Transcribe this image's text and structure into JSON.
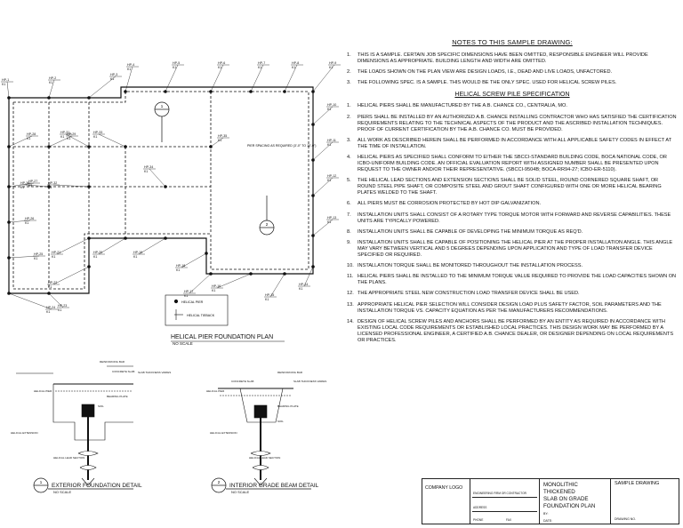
{
  "notes": {
    "heading": "NOTES TO THIS SAMPLE DRAWING:",
    "items": [
      {
        "num": "1.",
        "text": "THIS IS A SAMPLE. CERTAIN JOB SPECIFIC DIMENSIONS HAVE BEEN OMITTED, RESPONSIBLE ENGINEER WILL PROVIDE DIMENSIONS AS APPROPRIATE. BUILDING LENGTH AND WIDTH ARE OMITTED."
      },
      {
        "num": "2.",
        "text": "THE LOADS SHOWN ON THE PLAN VIEW ARE DESIGN LOADS, I.E., DEAD AND LIVE LOADS, UNFACTORED."
      },
      {
        "num": "3.",
        "text": "THE FOLLOWING SPEC. IS A SAMPLE. THIS WOULD BE THE ONLY SPEC. USED FOR HELICAL SCREW PILES."
      }
    ]
  },
  "spec": {
    "heading": "HELICAL SCREW PILE SPECIFICATION",
    "items": [
      {
        "num": "1.",
        "text": "HELICAL PIERS SHALL BE MANUFACTURED BY THE A.B. CHANCE CO., CENTRALIA, MO."
      },
      {
        "num": "2.",
        "text": "PIERS SHALL BE INSTALLED BY AN AUTHORIZED A.B. CHANCE INSTALLING CONTRACTOR WHO HAS SATISFIED THE CERTIFICATION REQUIREMENTS RELATING TO THE TECHNICAL ASPECTS OF THE PRODUCT AND THE ASCRIBED INSTALLATION TECHNIQUES. PROOF OF CURRENT CERTIFICATION BY THE A.B. CHANCE CO. MUST BE PROVIDED."
      },
      {
        "num": "3.",
        "text": "ALL WORK AS DESCRIBED HEREIN SHALL BE PERFORMED IN ACCORDANCE WITH ALL APPLICABLE SAFETY CODES IN EFFECT AT THE TIME OF INSTALLATION."
      },
      {
        "num": "4.",
        "text": "HELICAL PIERS AS SPECIFIED SHALL CONFORM TO EITHER THE SBCCI-STANDARD BUILDING CODE, BOCA NATIONAL CODE, OR ICBO-UNIFORM BUILDING CODE. AN OFFICIAL EVALUATION REPORT WITH ASSIGNED NUMBER SHALL BE PRESENTED UPON REQUEST TO THE OWNER AND/OR THEIR REPRESENTATIVE. (SBCCI-9504B; BOCA-RR94-27; ICBO-ER-5110)."
      },
      {
        "num": "5.",
        "text": "THE HELICAL LEAD SECTIONS AND EXTENSION SECTIONS SHALL BE SOLID STEEL, ROUND CORNERED SQUARE SHAFT, OR ROUND STEEL PIPE SHAFT, OR COMPOSITE STEEL AND GROUT SHAFT CONFIGURED WITH ONE OR MORE HELICAL BEARING PLATES WELDED TO THE SHAFT."
      },
      {
        "num": "6.",
        "text": "ALL PIERS MUST BE CORROSION PROTECTED BY HOT DIP GALVANIZATION."
      },
      {
        "num": "7.",
        "text": "INSTALLATION UNITS SHALL CONSIST OF A ROTARY TYPE TORQUE MOTOR WITH FORWARD AND REVERSE CAPABILITIES. THESE UNITS ARE TYPICALLY POWERED."
      },
      {
        "num": "8.",
        "text": "INSTALLATION UNITS SHALL BE CAPABLE OF DEVELOPING THE MINIMUM TORQUE AS REQ'D."
      },
      {
        "num": "9.",
        "text": "INSTALLATION UNITS SHALL BE CAPABLE OF POSITIONING THE HELICAL PIER AT THE PROPER INSTALLATION ANGLE. THIS ANGLE MAY VARY BETWEEN VERTICAL AND 5 DEGREES DEPENDING UPON APPLICATION AND TYPE OF LOAD TRANSFER DEVICE SPECIFIED OR REQUIRED."
      },
      {
        "num": "10.",
        "text": "INSTALLATION TORQUE SHALL BE MONITORED THROUGHOUT THE INSTALLATION PROCESS."
      },
      {
        "num": "11.",
        "text": "HELICAL PIERS SHALL BE INSTALLED TO THE MINIMUM TORQUE VALUE REQUIRED TO PROVIDE THE LOAD CAPACITIES SHOWN ON THE PLANS."
      },
      {
        "num": "12.",
        "text": "THE APPROPRIATE STEEL NEW CONSTRUCTION LOAD TRANSFER DEVICE SHALL BE USED."
      },
      {
        "num": "13.",
        "text": "APPROPRIATE HELICAL PIER SELECTION WILL CONSIDER DESIGN LOAD PLUS SAFETY FACTOR, SOIL PARAMETERS AND THE INSTALLATION TORQUE VS. CAPACITY EQUATION AS PER THE MANUFACTURERS RECOMMENDATIONS."
      },
      {
        "num": "14.",
        "text": "DESIGN OF HELICAL SCREW PILES AND ANCHORS SHALL BE PERFORMED BY AN ENTITY AS REQUIRED IN ACCORDANCE WITH EXISTING LOCAL CODE REQUIREMENTS OR ESTABLISHED LOCAL PRACTICES. THIS DESIGN WORK MAY BE PERFORMED BY A LICENSED PROFESSIONAL ENGINEER, A CERTIFIED A.B. CHANCE DEALER, OR DESIGNER DEPENDING ON LOCAL REQUIREMENTS OR PRACTICES."
      }
    ]
  },
  "plan": {
    "title": "HELICAL PIER FOUNDATION PLAN",
    "scale": "NO SCALE",
    "pier_tags": [
      "HP-1",
      "HP-2",
      "HP-3",
      "HP-4",
      "HP-5",
      "HP-6",
      "HP-7",
      "HP-8",
      "HP-9",
      "HP-10",
      "HP-11",
      "HP-12",
      "HP-13",
      "HP-14",
      "HP-15",
      "HP-16",
      "HP-17",
      "HP-18",
      "HP-19",
      "HP-20",
      "HP-21",
      "HP-22",
      "HP-23",
      "HP-24",
      "HP-25",
      "HP-26",
      "HP-27",
      "HP-28",
      "HP-29",
      "HP-30",
      "HP-31",
      "HP-32",
      "HP-33",
      "HP-34",
      "HP-35"
    ],
    "load_tag": "K1",
    "pier_note": "PIER SPACING AS REQUIRED (3'-0\" TO 10'-0\")",
    "legend_pier": "HELICAL PIER",
    "legend_tieback": "HELICAL TIEBACK",
    "callout_1": "1",
    "callout_2": "2"
  },
  "detail1": {
    "num": "1",
    "title": "EXTERIOR FOUNDATION DETAIL",
    "scale": "NO SCALE",
    "labels": [
      "REINFORCING BAR",
      "CONCRETE SLAB",
      "SLAB THICKNESS VARIES",
      "HELICAL PIER",
      "BEARING PLATE",
      "HELICAL EXTENSION",
      "HELICAL LEAD SECTION",
      "SOIL"
    ]
  },
  "detail2": {
    "num": "2",
    "title": "INTERIOR GRADE BEAM DETAIL",
    "scale": "NO SCALE",
    "labels": [
      "REINFORCING BAR",
      "CONCRETE SLAB",
      "SLAB THICKNESS VARIES",
      "HELICAL PIER",
      "BEARING PLATE",
      "HELICAL EXTENSION",
      "HELICAL LEAD SECTION",
      "SOIL"
    ]
  },
  "title_block": {
    "company": "COMPANY LOGO",
    "engineer": "ENGINEERING FIRM OR CONTRACTOR",
    "address": "ADDRESS",
    "phone": "PHONE",
    "fax": "FAX",
    "drawing_title": [
      "MONOLITHIC",
      "THICKENED",
      "SLAB ON GRADE",
      "FOUNDATION PLAN"
    ],
    "by": "BY:",
    "date": "DATE:",
    "sample": "SAMPLE DRAWING",
    "drawing_no": "DRAWING NO."
  },
  "colors": {
    "ink": "#111111",
    "paper": "#ffffff"
  }
}
